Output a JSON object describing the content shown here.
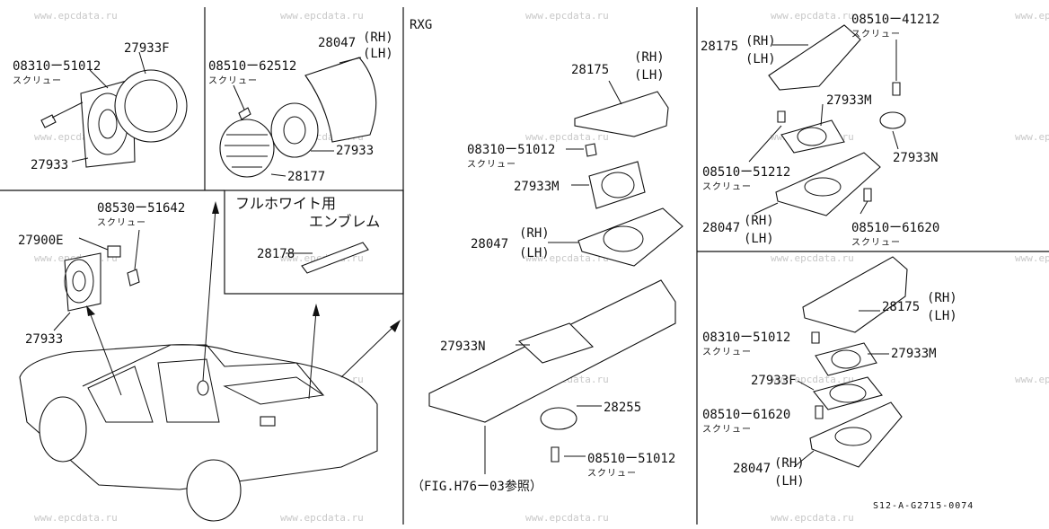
{
  "watermark": "www.epcdata.ru",
  "figure_code": "S12-A-G2715-0074",
  "labels": {
    "rxg": "RXG",
    "fig_ref": "（FIG.H76ー03参照）",
    "full_white_line1": "フルホワイト用",
    "full_white_line2": "エンブレム",
    "screw": "スクリュー",
    "rh": "(RH)",
    "lh": "(LH)"
  },
  "parts": {
    "p08310_51012": "08310ー51012",
    "p08510_62512": "08510ー62512",
    "p08530_51642": "08530ー51642",
    "p08510_41212": "08510ー41212",
    "p08510_51212": "08510ー51212",
    "p08510_61620": "08510ー61620",
    "p08510_51012": "08510ー51012",
    "p27933": "27933",
    "p27933F": "27933F",
    "p27933M": "27933M",
    "p27933N": "27933N",
    "p27900E": "27900E",
    "p28047": "28047",
    "p28175": "28175",
    "p28177": "28177",
    "p28178": "28178",
    "p28255": "28255"
  }
}
